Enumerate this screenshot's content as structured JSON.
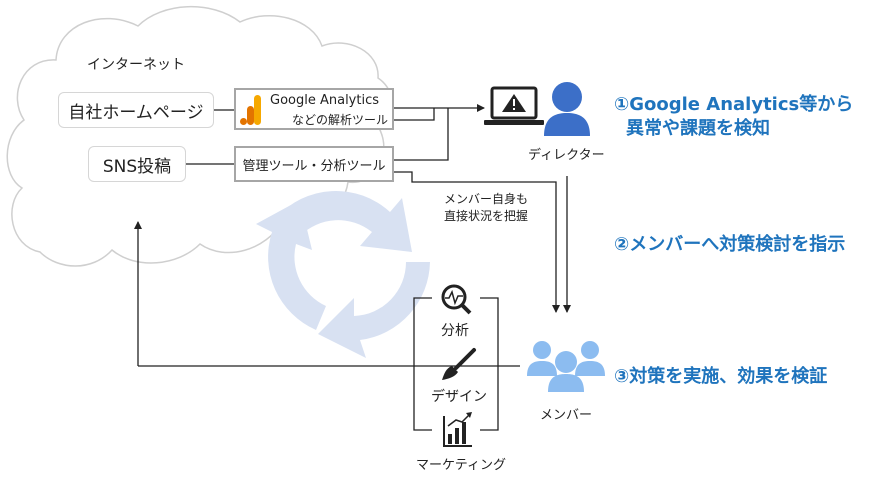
{
  "cloud": {
    "title": "インターネット"
  },
  "sources": {
    "homepage": "自社ホームページ",
    "sns": "SNS投稿"
  },
  "tools": {
    "ga_line1": "Google Analytics",
    "ga_line2": "などの解析ツール",
    "mgmt": "管理ツール・分析ツール"
  },
  "roles": {
    "director": "ディレクター",
    "members": "メンバー",
    "member_note_line1": "メンバー自身も",
    "member_note_line2": "直接状況を把握"
  },
  "tasks": {
    "analysis": "分析",
    "design": "デザイン",
    "marketing": "マーケティング"
  },
  "steps": {
    "step1_line1": "①Google Analytics等から",
    "step1_line2": "異常や課題を検知",
    "step2": "②メンバーへ対策検討を指示",
    "step3": "③対策を実施、効果を検証"
  },
  "colors": {
    "accent": "#1f74bd",
    "person_director": "#3c6fc8",
    "person_members": "#8cbcf0",
    "ga_orange": "#f6a800",
    "ga_dark_orange": "#e37400",
    "cycle": "#d8e1f2"
  },
  "icons": [
    "warning-icon",
    "laptop-icon",
    "person-icon",
    "group-icon",
    "magnifier-pulse-icon",
    "paintbrush-icon",
    "bar-chart-icon",
    "cycle-arrows-icon",
    "google-analytics-logo"
  ]
}
